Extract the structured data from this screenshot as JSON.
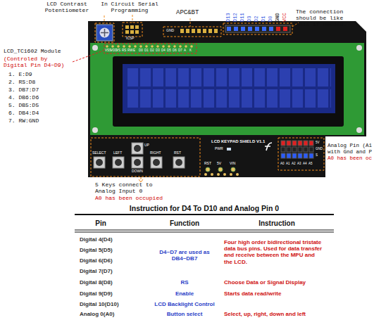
{
  "diagram": {
    "title": "Instruction for D4 To D10 and Analog Pin 0",
    "labels": [
      "LCD Contrast Potentiometer",
      "In Circuit Serial Programming",
      "APC&BT",
      "GND",
      "D13",
      "D12",
      "D11",
      "D3",
      "D2",
      "D1",
      "D0",
      "GND",
      "VCC",
      "The connection should be like this if needed.",
      "LCD_TC1602 Module",
      "(Controled by Digital Pin D4~D9)",
      "1. E:D9",
      "2. RS:D8",
      "3. DB7:D7",
      "4. DB6:D6",
      "5. DB5:D5",
      "6. DB4:D4",
      "7. RW:GND",
      "VSS",
      "VDD",
      "VS",
      "RS",
      "RW",
      "E",
      "D0",
      "D1",
      "D2",
      "D3",
      "D4",
      "D5",
      "D6",
      "D7",
      "A",
      "K",
      "ICSP",
      "LCD KEYPAD SHIELD V1.1",
      "PWR",
      "SELECT",
      "LEFT",
      "UP",
      "DOWN",
      "RIGHT",
      "RST",
      "RST",
      "5V",
      "VIN",
      "A0",
      "A1",
      "A2",
      "A3",
      "A4",
      "A5",
      "5V",
      "GND",
      "S",
      "Analog Pin (A1",
      "with Gnd and P",
      "A0 has been oc",
      "5 Keys connect to Analog Input 0",
      "A0 has been occupied",
      "Pin",
      "Function",
      "Instruction",
      "Digital 4(D4)",
      "Digital 5(D5)",
      "Digital 6(D6)",
      "Digital 7(D7)",
      "D4~D7 are used as DB4~DB7",
      "Four high order bidirectional tristate data bus pins. Used for data transfer and receive between the MPU and the LCD.",
      "Digital 8(D8)",
      "RS",
      "Choose Data or Signal Display",
      "Digital 9(D9)",
      "Enable",
      "Starts data read/write",
      "Digital 10(D10)",
      "LCD Backlight Control",
      "Analog 0(A0)",
      "Button select",
      "Select, up, right, down and left"
    ]
  }
}
